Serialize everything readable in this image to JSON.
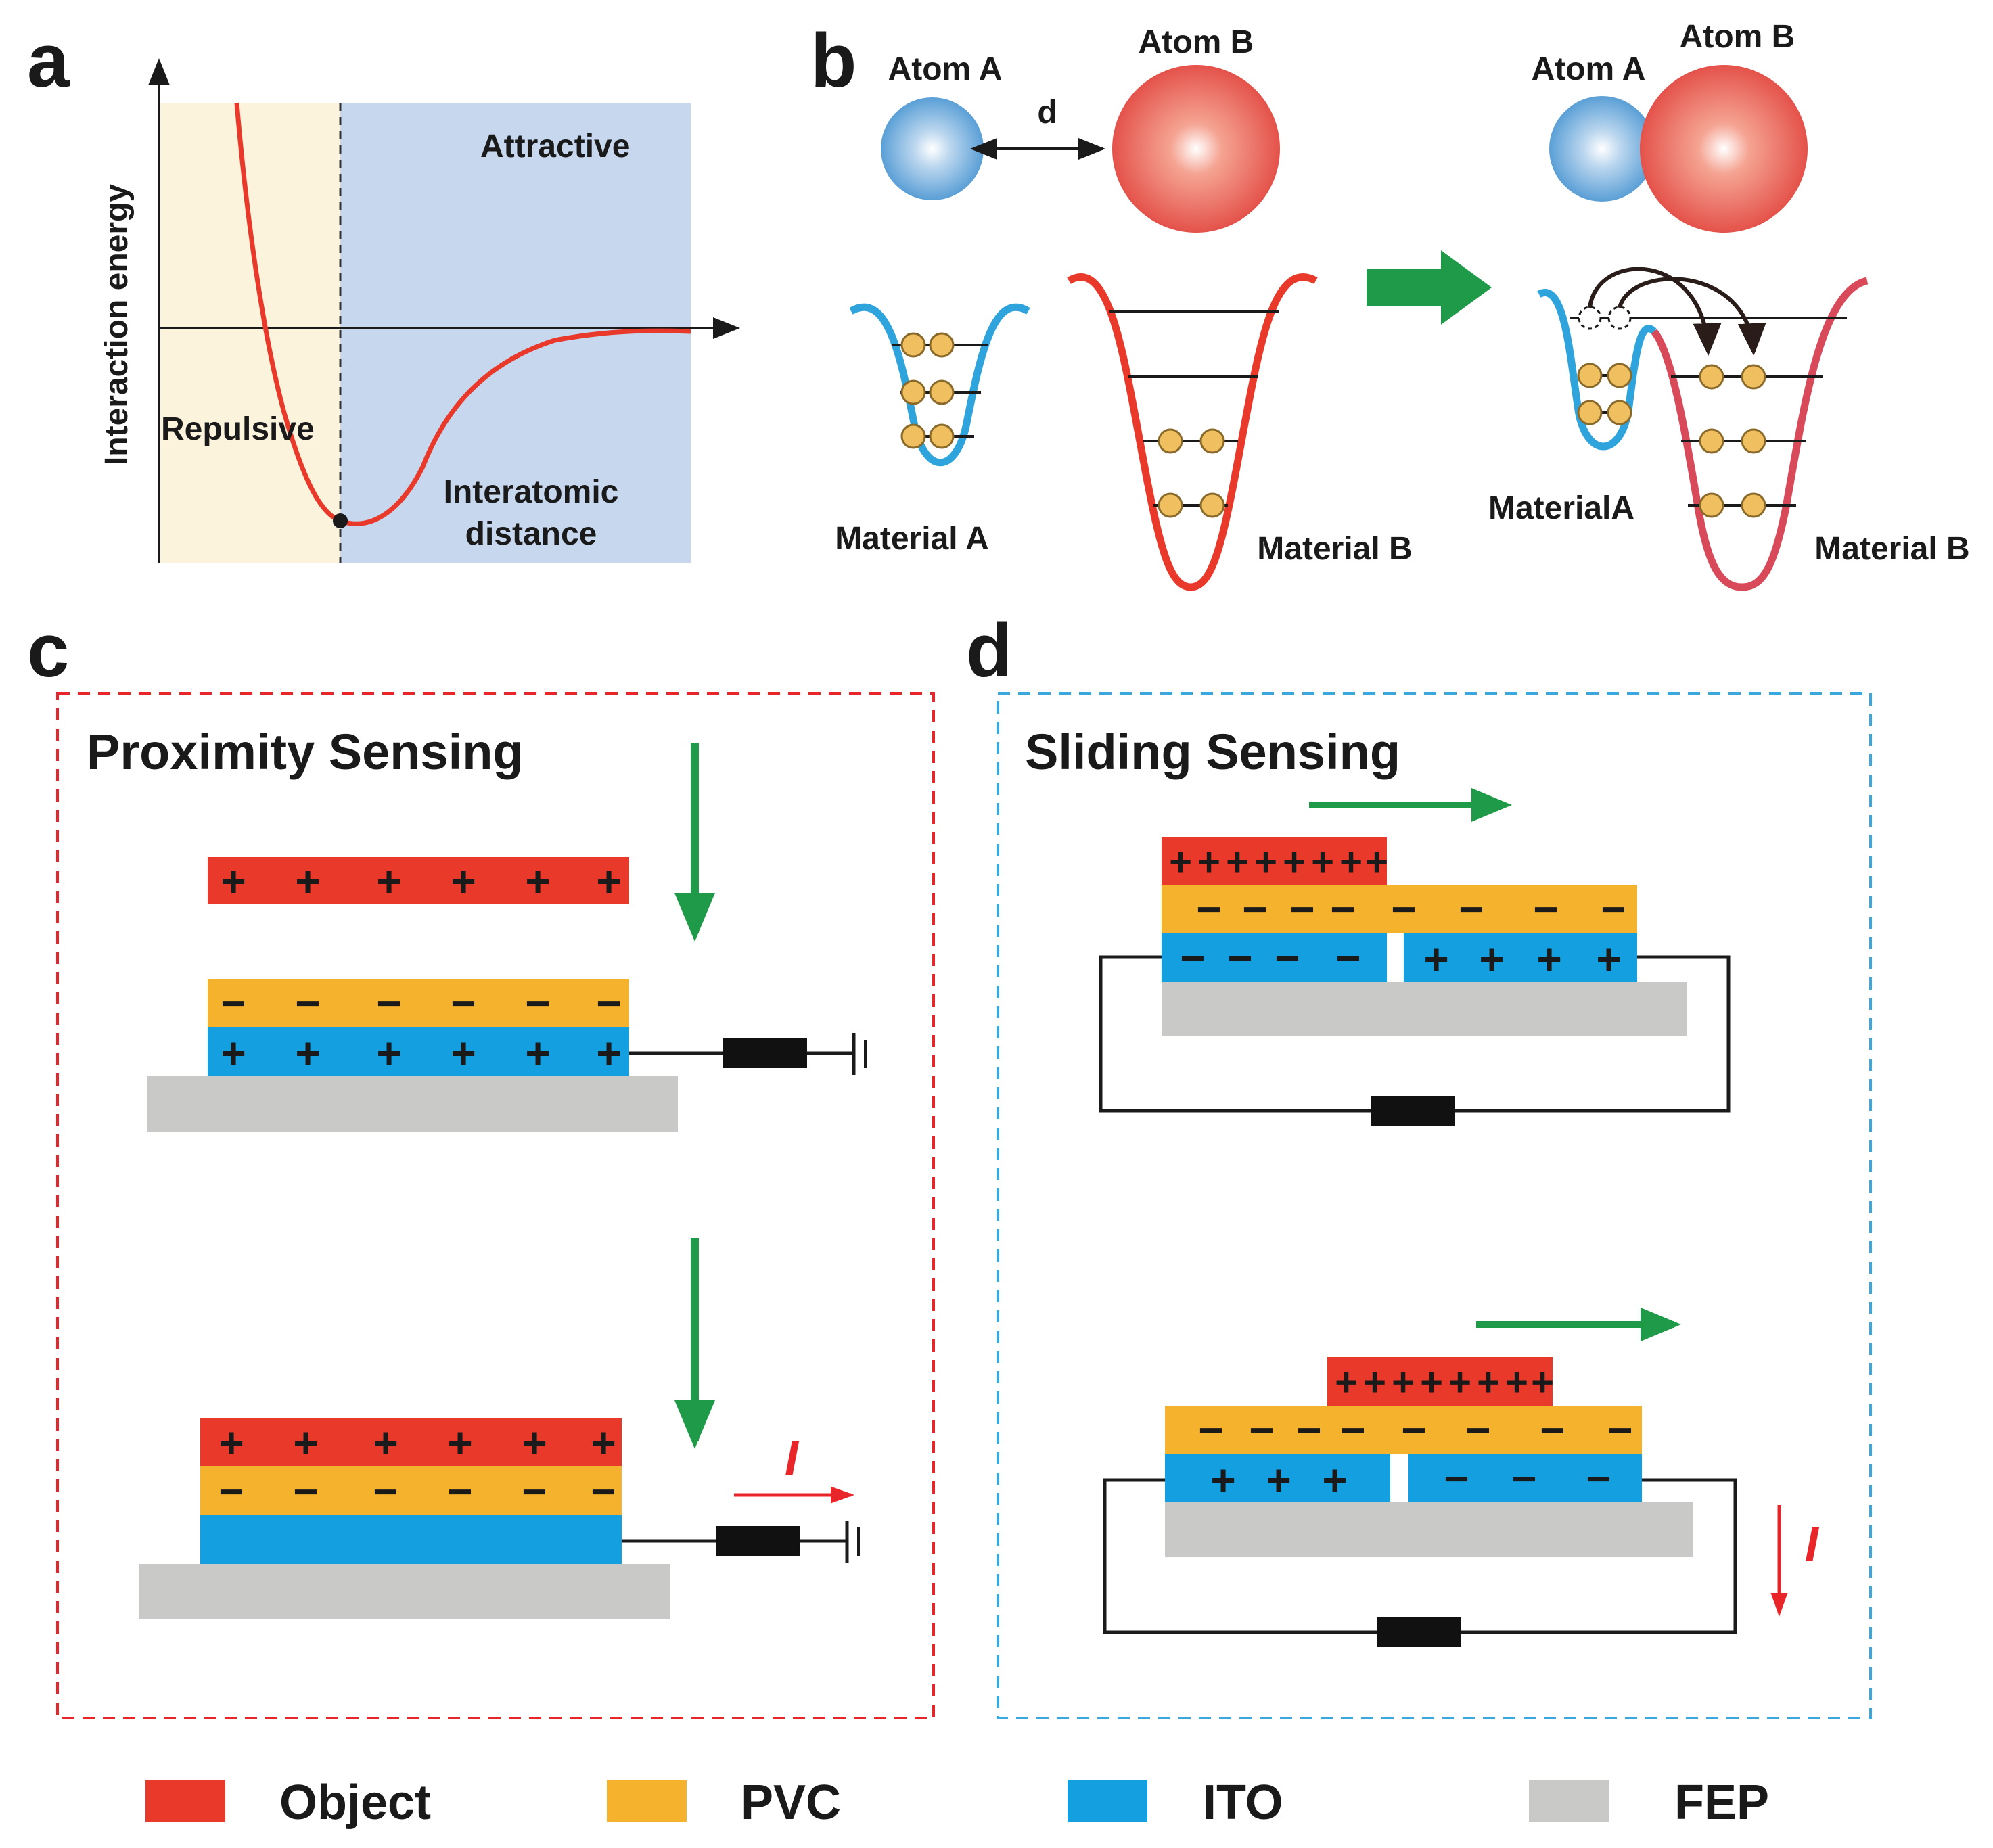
{
  "panels": {
    "a": {
      "letter": "a",
      "ylabel": "Interaction energy",
      "attractive": "Attractive",
      "repulsive": "Repulsive",
      "xlabel_line1": "Interatomic",
      "xlabel_line2": "distance"
    },
    "b": {
      "letter": "b",
      "atom_a": "Atom A",
      "atom_b": "Atom B",
      "distance": "d",
      "material_a": "Material A",
      "material_b": "Material B",
      "material_a_joined": "MaterialA"
    },
    "c": {
      "letter": "c",
      "title": "Proximity Sensing",
      "current": "I"
    },
    "d": {
      "letter": "d",
      "title": "Sliding Sensing",
      "current": "I"
    }
  },
  "signs": {
    "plus": "+",
    "minus": "−"
  },
  "legend": [
    {
      "label": "Object",
      "color": "#e8392b"
    },
    {
      "label": "PVC",
      "color": "#f5b22c"
    },
    {
      "label": "ITO",
      "color": "#139fe0"
    },
    {
      "label": "FEP",
      "color": "#c9c9c8"
    }
  ],
  "colors": {
    "repulsive_region": "#fbf3dc",
    "attractive_region": "#c7d8ee",
    "curve": "#e8392b",
    "arrow_green": "#1e9a48",
    "current_red": "#e8262a",
    "well_a": "#2fa3dc",
    "well_b": "#e8392b",
    "electron": "#f0c060",
    "box_c": "#e8262a",
    "box_d": "#3aa7dd"
  }
}
